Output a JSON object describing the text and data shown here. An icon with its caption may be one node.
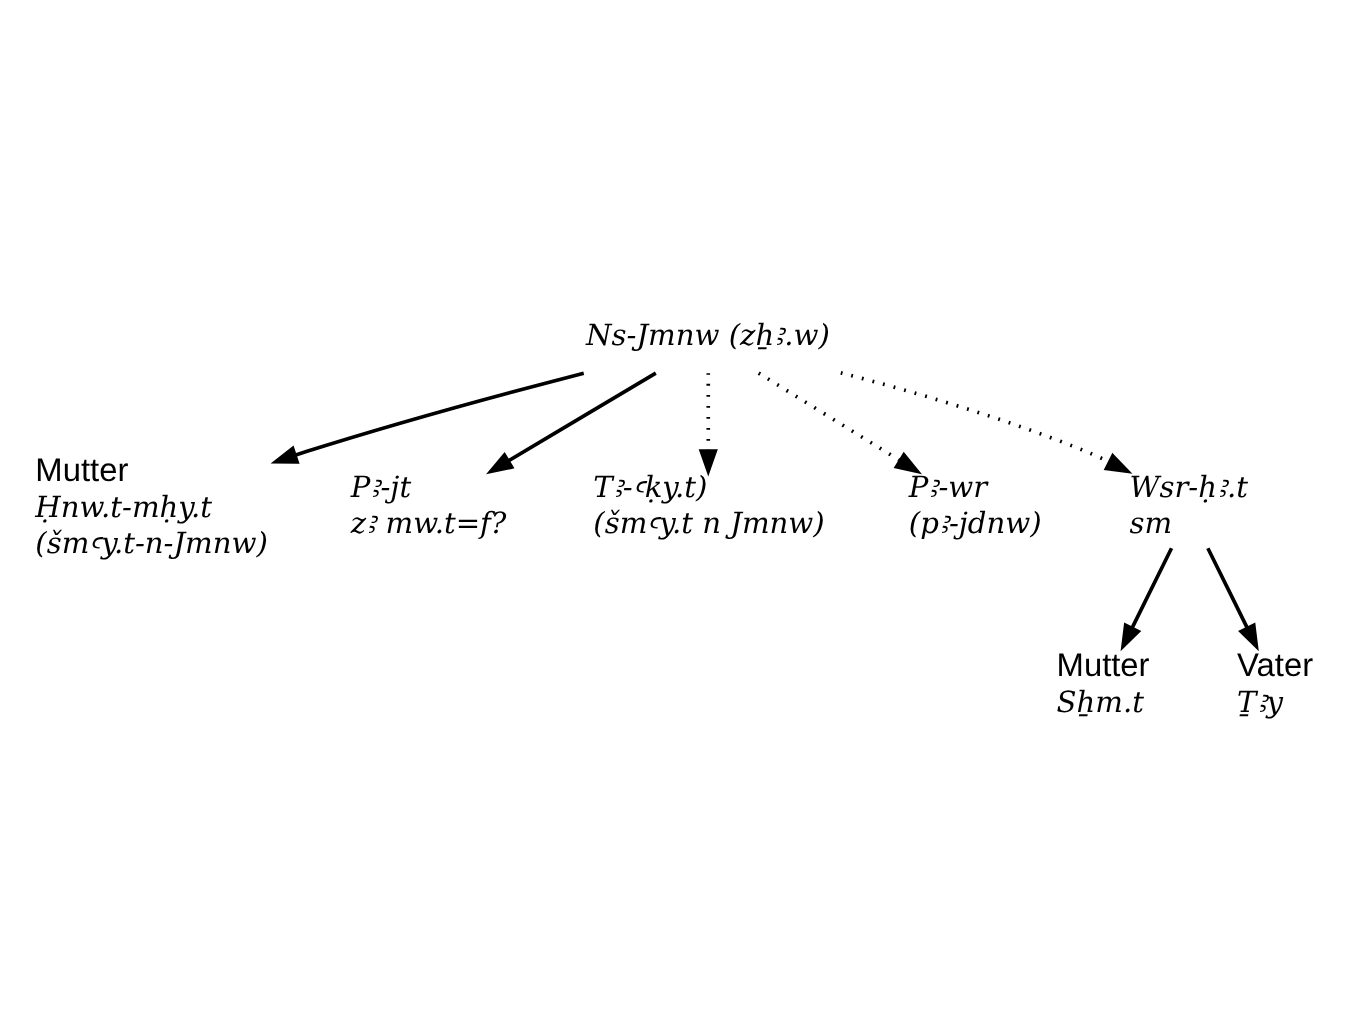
{
  "diagram": {
    "nodes": [
      {
        "text": [
          "Ns-Jmnw (zẖꜣ.w)"
        ]
      },
      {
        "text": [
          "Mutter",
          "Ḥnw.t-mḥy.t",
          "(šmꜥy.t-n-Jmnw)"
        ]
      },
      {
        "text": [
          "Pꜣ-jt",
          "zꜣ mw.t=f?"
        ]
      },
      {
        "text": [
          "Tꜣ-ꜥḳy.t)",
          "(šmꜥy.t n Jmnw)"
        ]
      },
      {
        "text": [
          "Pꜣ-wr",
          "(pꜣ-jdnw)"
        ]
      },
      {
        "text": [
          "Wsr-ḥꜣ.t",
          "sm"
        ]
      },
      {
        "text": [
          "Mutter",
          "Sẖm.t"
        ]
      },
      {
        "text": [
          "Vater",
          "Ṯꜣy"
        ]
      }
    ],
    "edges": [
      {
        "from": 0,
        "to": 1,
        "arrow": "to"
      },
      {
        "from": 0,
        "to": 2,
        "arrow": "to"
      },
      {
        "from": 0,
        "to": 3,
        "arrow": "to",
        "style": "dashed"
      },
      {
        "from": 0,
        "to": 5,
        "arrow": "to",
        "style": "dashed"
      },
      {
        "from": 0,
        "to": 4,
        "arrow": "to",
        "style": "dashed"
      },
      {
        "from": 5,
        "to": 6,
        "arrow": "to"
      },
      {
        "from": 5,
        "to": 7,
        "arrow": "to"
      }
    ]
  }
}
